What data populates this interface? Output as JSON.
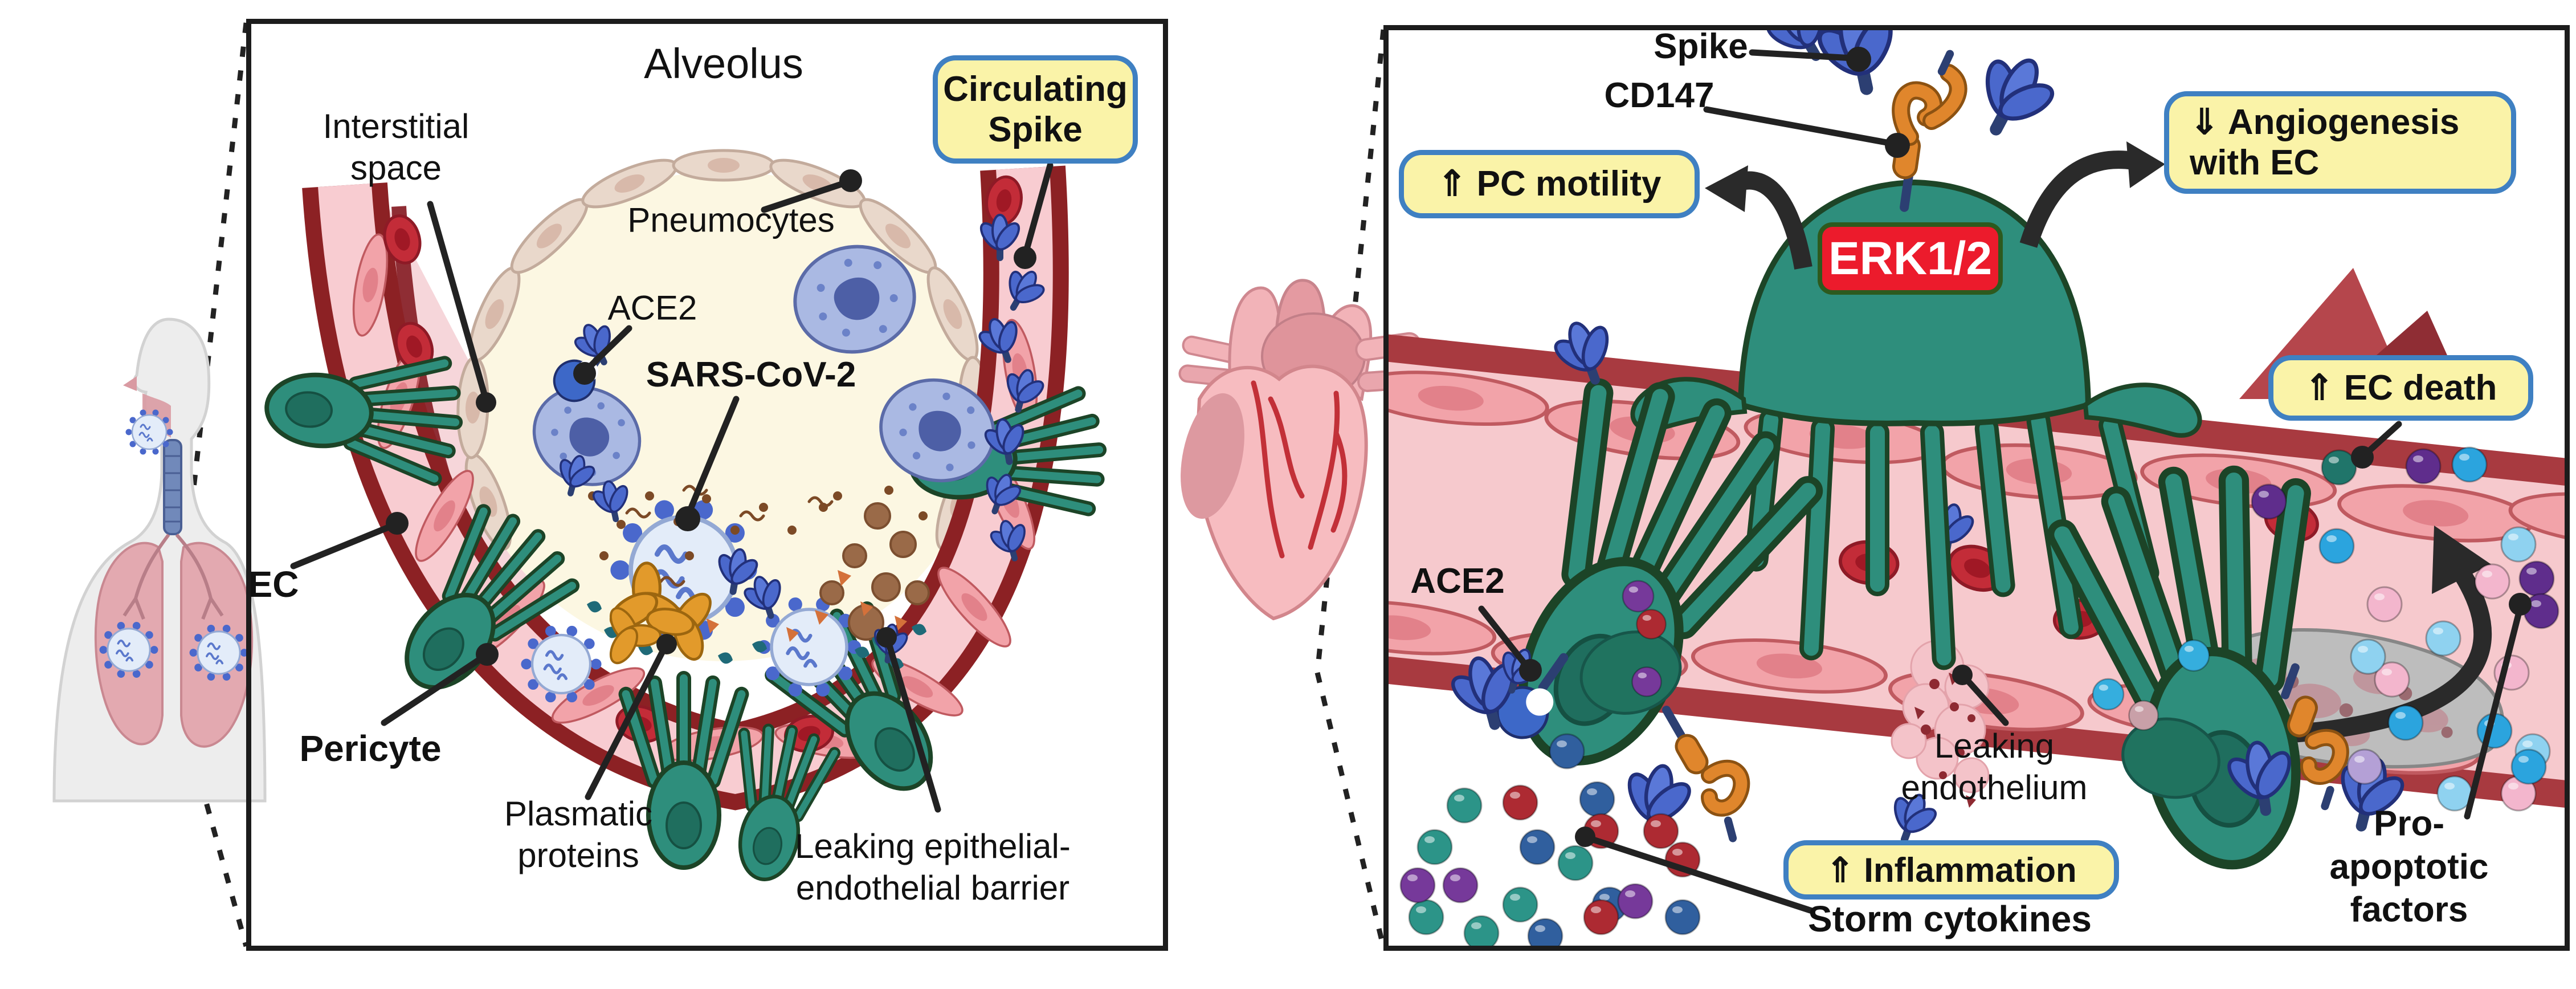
{
  "panels": {
    "left": {
      "title": "Alveolus",
      "labels": {
        "interstitial_space": [
          "Interstitial",
          "space"
        ],
        "pneumocytes": "Pneumocytes",
        "ace2": "ACE2",
        "sars_cov_2": "SARS-CoV-2",
        "ec": "EC",
        "pericyte": "Pericyte",
        "plasmatic_proteins": [
          "Plasmatic",
          "proteins"
        ],
        "leaking_barrier": [
          "Leaking epithelial-",
          "endothelial barrier"
        ]
      },
      "callouts": {
        "circulating_spike": [
          "Circulating",
          "Spike"
        ]
      }
    },
    "right": {
      "labels": {
        "spike": "Spike",
        "cd147": "CD147",
        "erk": "ERK1/2",
        "ace2": "ACE2",
        "leaking_endothelium": [
          "Leaking",
          "endothelium"
        ],
        "storm_cytokines": "Storm cytokines",
        "pro_apoptotic": [
          "Pro-",
          "apoptotic",
          "factors"
        ]
      },
      "callouts": {
        "pc_motility": "⇑ PC motility",
        "angiogenesis": [
          "⇓ Angiogenesis",
          "with EC"
        ],
        "ec_death": "⇑ EC death",
        "inflammation": "⇑ Inflammation"
      }
    }
  },
  "colors": {
    "callout_bg": "#faf3a8",
    "callout_border": "#3f80c2",
    "erk_bg": "#ec1b2c",
    "erk_border": "#2d5a1e",
    "pericyte_teal": "#2e8e7c",
    "vessel_wall": "#a83a40",
    "vessel_lumen": "#f6c9cd",
    "endothelial_cell": "#ef9ba1",
    "alveolus_cream": "#fcf7e2",
    "pneumocyte_blue": "#aab9e3",
    "spike_blue": "#4a68cc",
    "cd147_orange": "#e0862c",
    "cytokine_colors": [
      "#2c9488",
      "#305f9e",
      "#ad2a32",
      "#76399a"
    ],
    "pro_apoptotic_colors": [
      "#f3b6cd",
      "#8fd2f0",
      "#2ba4de",
      "#5f2d8c",
      "#b4a0d6"
    ]
  }
}
